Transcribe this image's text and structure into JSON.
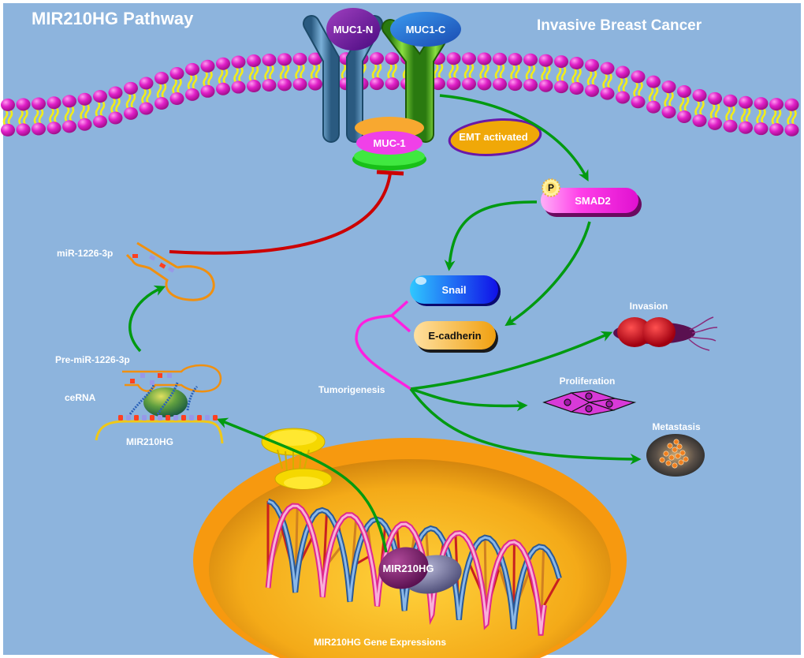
{
  "title": "MIR210HG Pathway",
  "subtitle": "Invasive Breast Cancer",
  "colors": {
    "background": "#8db4dd",
    "membrane_head": "#e020c8",
    "membrane_tail": "#f2ec1a",
    "activation_arrow": "#009a10",
    "inhibition_line": "#cc0000",
    "snail_ecadherin_link": "#ff20e0",
    "nucleus_outer": "#f7990f",
    "nucleus_inner": "#f5b21f"
  },
  "receptors": {
    "muc1_n": "MUC1-N",
    "muc1_c": "MUC1-C",
    "muc1": "MUC-1"
  },
  "nodes": {
    "emt": "EMT activated",
    "smad2": "SMAD2",
    "phospho": "P",
    "snail": "Snail",
    "ecadherin": "E-cadherin",
    "tumorigenesis": "Tumorigenesis",
    "invasion": "Invasion",
    "proliferation": "Proliferation",
    "metastasis": "Metastasis",
    "mir1226": "miR-1226-3p",
    "pre_mir1226": "Pre-miR-1226-3p",
    "cerna": "ceRNA",
    "mir210hg_rna": "MIR210HG",
    "mir210hg_gene": "MIR210HG",
    "gene_expression": "MIR210HG Gene Expressions"
  },
  "edges": [
    {
      "from": "MUC1-C",
      "to": "SMAD2",
      "type": "activation"
    },
    {
      "from": "SMAD2",
      "to": "Snail",
      "type": "activation"
    },
    {
      "from": "SMAD2",
      "to": "E-cadherin",
      "type": "activation"
    },
    {
      "from": "Pre-miR-1226-3p",
      "to": "miR-1226-3p",
      "type": "activation"
    },
    {
      "from": "miR-1226-3p",
      "to": "MUC-1",
      "type": "inhibition"
    },
    {
      "from": "MIR210HG Gene Expressions",
      "to": "MIR210HG",
      "type": "activation"
    },
    {
      "from": "Tumorigenesis",
      "to": "Invasion",
      "type": "activation"
    },
    {
      "from": "Tumorigenesis",
      "to": "Proliferation",
      "type": "activation"
    },
    {
      "from": "Tumorigenesis",
      "to": "Metastasis",
      "type": "activation"
    },
    {
      "from": "Snail / E-cadherin",
      "to": "Tumorigenesis",
      "type": "link"
    }
  ]
}
